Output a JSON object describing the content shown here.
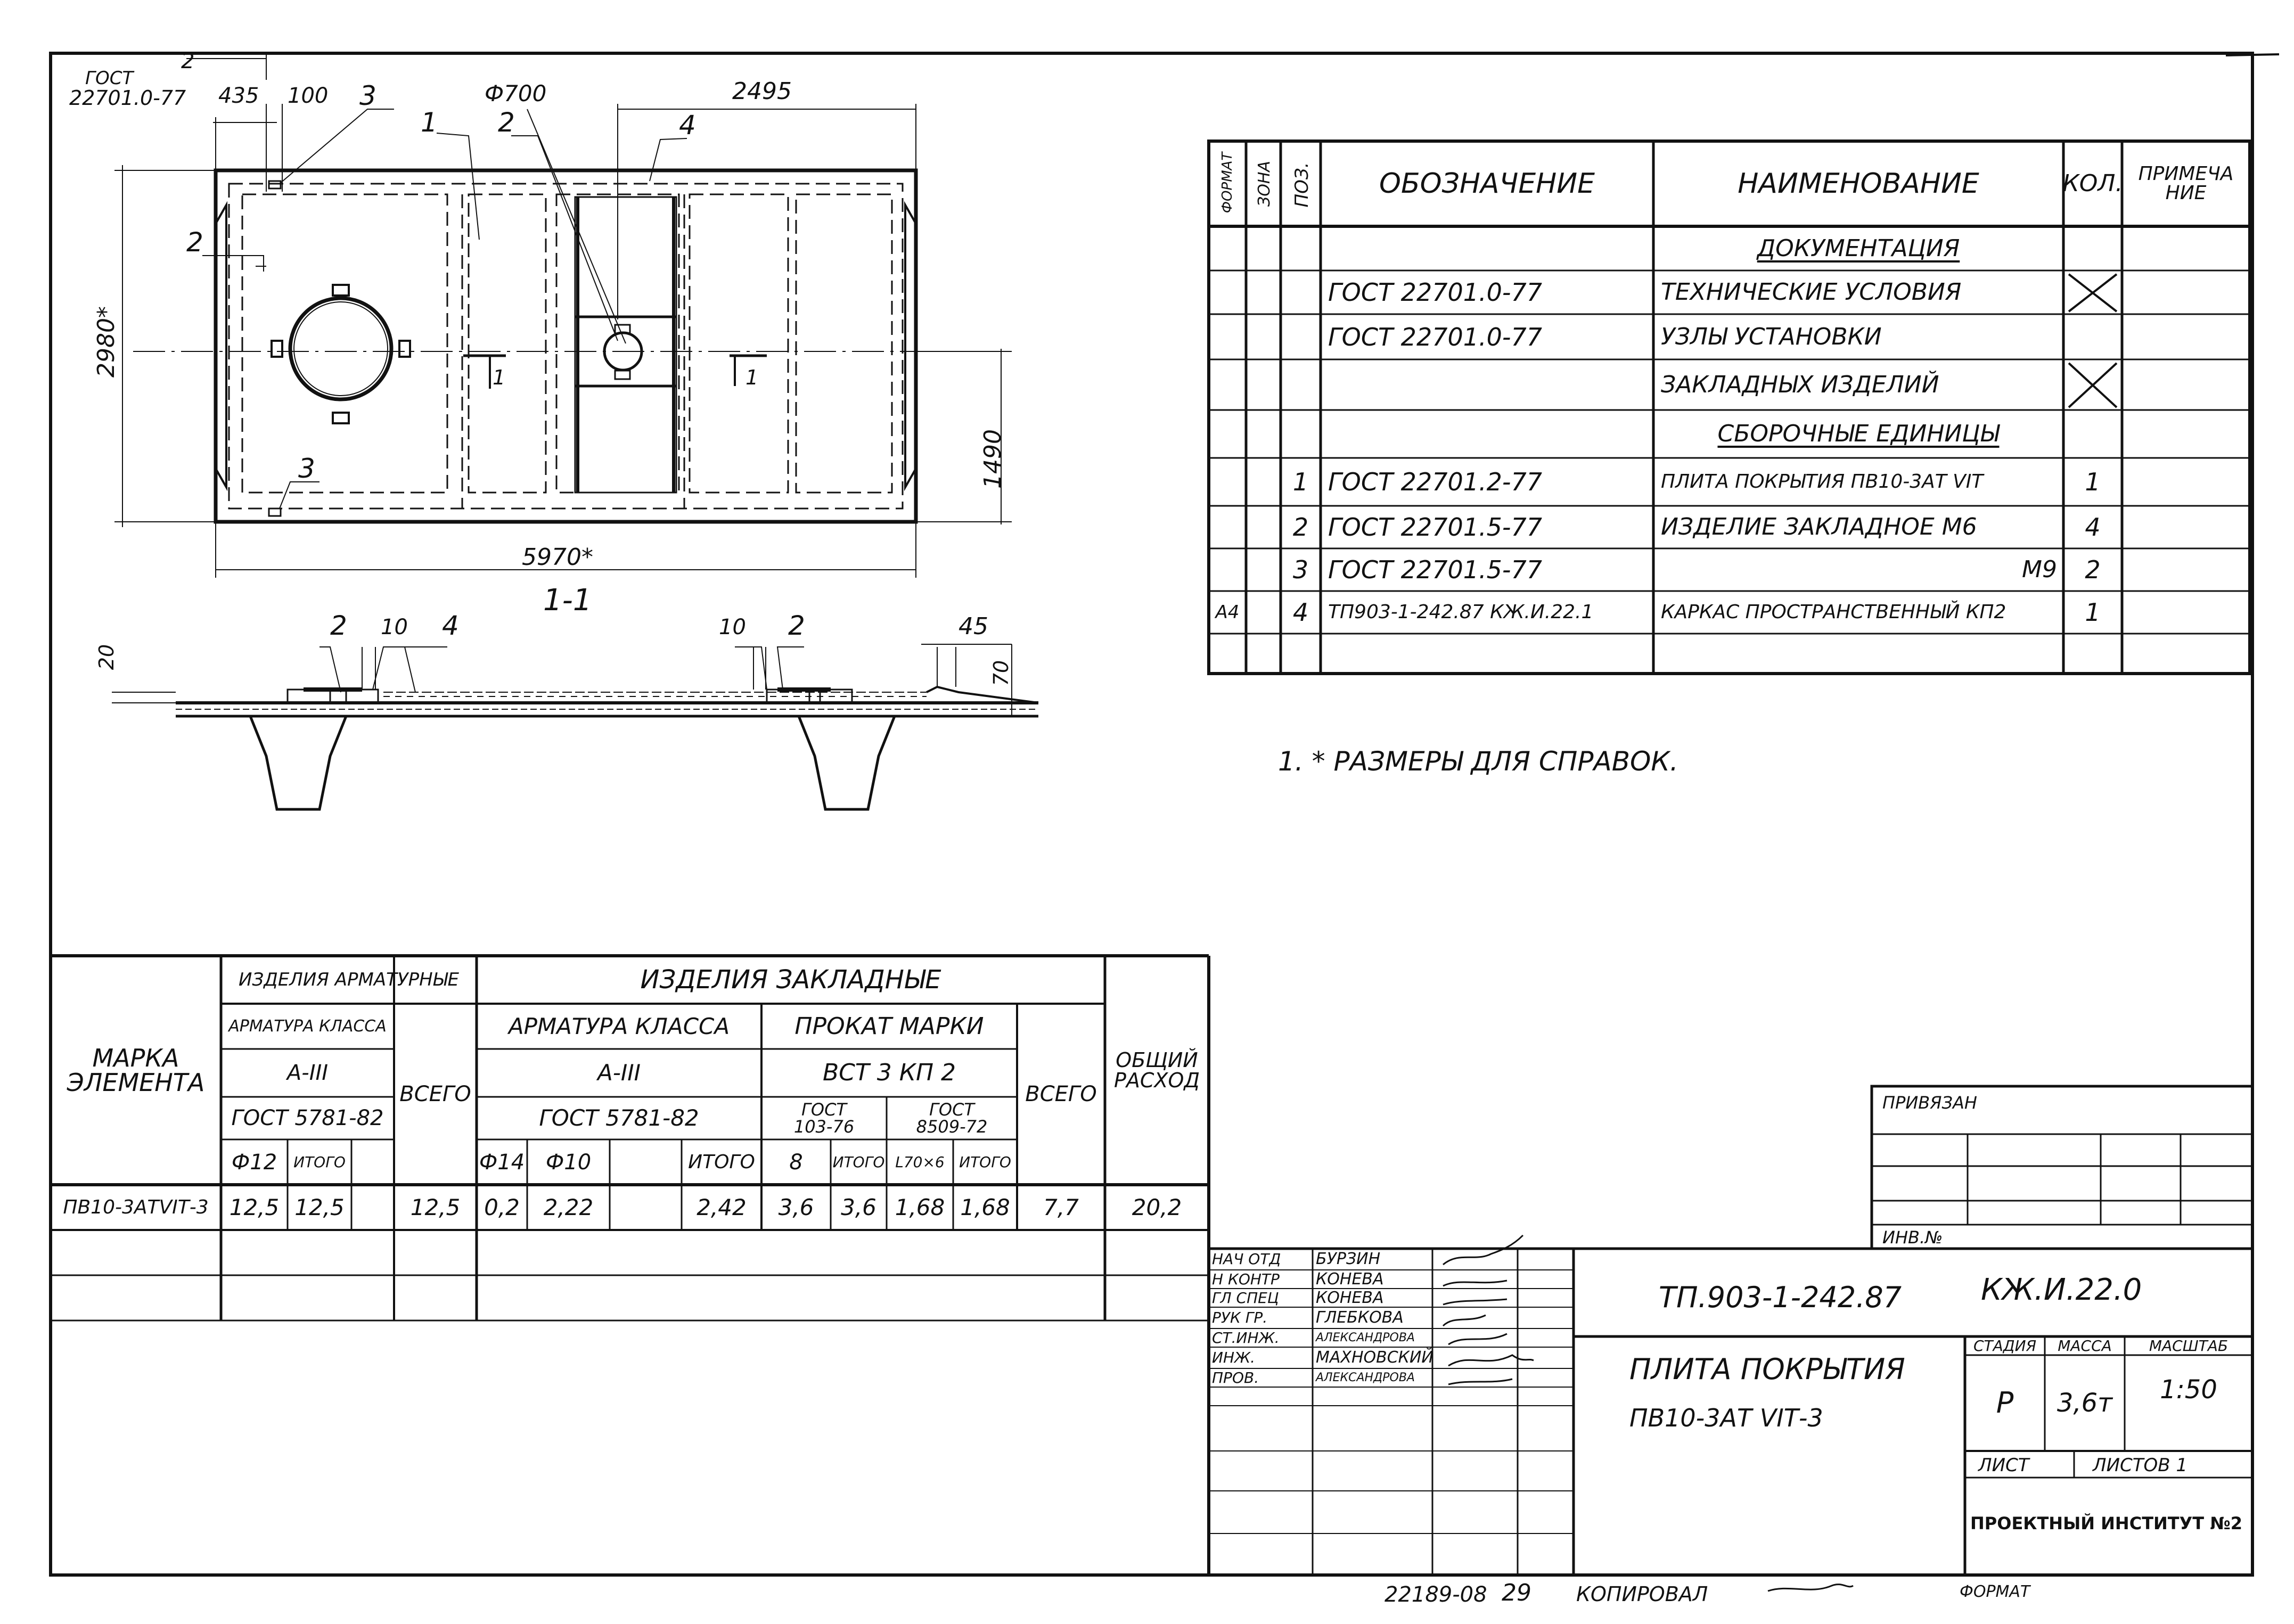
{
  "drawing": {
    "gost_ref": "ГОСТ",
    "gost_ref2": "22701.0-77",
    "dims": {
      "d2_top": "2",
      "d435": "435",
      "d100": "100",
      "d3_top": "3",
      "d1": "1",
      "phi700": "Ф700",
      "d2_mid": "2",
      "d2495": "2495",
      "d4": "4",
      "d2_left": "2",
      "d2980": "2980*",
      "d1490": "1490",
      "d3_bot": "3",
      "d5970": "5970*",
      "section": "1-1",
      "s2a": "2",
      "s10a": "10",
      "s4": "4",
      "s10b": "10",
      "s2b": "2",
      "s45": "45",
      "s70": "70",
      "s20": "20",
      "sec_arrow_a": "1",
      "sec_arrow_b": "1"
    }
  },
  "spec": {
    "headers": {
      "format": "ФОРМАТ",
      "zone": "ЗОНА",
      "pos": "ПОЗ.",
      "designation": "ОБОЗНАЧЕНИЕ",
      "name": "НАИМЕНОВАНИЕ",
      "qty": "КОЛ.",
      "note": "ПРИМЕЧА НИЕ"
    },
    "rows": [
      {
        "format": "",
        "pos": "",
        "designation": "",
        "name": "ДОКУМЕНТАЦИЯ",
        "qty": "",
        "underline": true
      },
      {
        "format": "",
        "pos": "",
        "designation": "ГОСТ 22701.0-77",
        "name": "ТЕХНИЧЕСКИЕ   УСЛОВИЯ",
        "qty": "",
        "cross": true
      },
      {
        "format": "",
        "pos": "",
        "designation": "ГОСТ 22701.0-77",
        "name": "УЗЛЫ   УСТАНОВКИ",
        "qty": ""
      },
      {
        "format": "",
        "pos": "",
        "designation": "",
        "name": "ЗАКЛАДНЫХ  ИЗДЕЛИЙ",
        "qty": "",
        "cross": true
      },
      {
        "format": "",
        "pos": "",
        "designation": "",
        "name": "СБОРОЧНЫЕ  ЕДИНИЦЫ",
        "qty": "",
        "underline": true
      },
      {
        "format": "",
        "pos": "1",
        "designation": "ГОСТ 22701.2-77",
        "name": "ПЛИТА ПОКРЫТИЯ ПВ10-3АТ VIТ",
        "qty": "1"
      },
      {
        "format": "",
        "pos": "2",
        "designation": "ГОСТ 22701.5-77",
        "name": "ИЗДЕЛИЕ ЗАКЛАДНОЕ  М6",
        "qty": "4"
      },
      {
        "format": "",
        "pos": "3",
        "designation": "ГОСТ 22701.5-77",
        "name": "М9",
        "qty": "2"
      },
      {
        "format": "А4",
        "pos": "4",
        "designation": "ТП903-1-242.87 КЖ.И.22.1",
        "name": "КАРКАС ПРОСТРАНСТВЕННЫЙ КП2",
        "qty": "1"
      },
      {
        "format": "",
        "pos": "",
        "designation": "",
        "name": "",
        "qty": ""
      }
    ]
  },
  "note": "1. * РАЗМЕРЫ   ДЛЯ   СПРАВОК.",
  "material": {
    "h_mark": "МАРКА ЭЛЕМЕНТА",
    "h_arm_products": "ИЗДЕЛИЯ АРМАТУРНЫЕ",
    "h_arm_class": "АРМАТУРА КЛАССА",
    "h_a3": "А-III",
    "h_gost5781": "ГОСТ 5781-82",
    "h_phi12": "Ф12",
    "h_itogo1": "ИТОГО",
    "h_vsego1": "ВСЕГО",
    "h_embed": "ИЗДЕЛИЯ   ЗАКЛАДНЫЕ",
    "h_arm_class2": "АРМАТУРА КЛАССА",
    "h_a3b": "А-III",
    "h_gost5781b": "ГОСТ 5781-82",
    "h_phi14": "Ф14",
    "h_phi10": "Ф10",
    "h_itogo2": "ИТОГО",
    "h_rolled": "ПРОКАТ МАРКИ",
    "h_vst": "ВСТ 3 КП 2",
    "h_gost103": "ГОСТ 103-76",
    "h_gost8509": "ГОСТ 8509-72",
    "h_8": "8",
    "h_itogo3": "ИТОГО",
    "h_l70": "L70×6",
    "h_itogo4": "ИТОГО",
    "h_vsego2": "ВСЕГО",
    "h_total": "ОБЩИЙ РАСХОД",
    "row": {
      "mark": "ПВ10-3АТVIТ-3",
      "phi12": "12,5",
      "itogo1": "12,5",
      "vsego1": "12,5",
      "phi14": "0,2",
      "phi10": "2,22",
      "itogo2": "2,42",
      "v8": "3,6",
      "itogo3": "3,6",
      "l70": "1,68",
      "itogo4": "1,68",
      "vsego2": "7,7",
      "total": "20,2"
    }
  },
  "stamp": {
    "privyazan": "ПРИВЯЗАН",
    "inv": "ИНВ.№",
    "code": "ТП.903-1-242.87",
    "code2": "КЖ.И.22.0",
    "title1": "ПЛИТА  ПОКРЫТИЯ",
    "title2": "ПВ10-3АТ VIТ-3",
    "stage_h": "СТАДИЯ",
    "mass_h": "МАССА",
    "scale_h": "МАСШТАБ",
    "stage": "Р",
    "mass": "3,6т",
    "scale": "1:50",
    "sheet": "ЛИСТ",
    "sheets": "ЛИСТОВ 1",
    "org": "ПРОЕКТНЫЙ ИНСТИТУТ №2",
    "people": [
      {
        "role": "НАЧ ОТД",
        "name": "БУРЗИН"
      },
      {
        "role": "Н КОНТР",
        "name": "КОНЕВА"
      },
      {
        "role": "ГЛ СПЕЦ",
        "name": "КОНЕВА"
      },
      {
        "role": "РУК ГР.",
        "name": "ГЛЕБКОВА"
      },
      {
        "role": "СТ.ИНЖ.",
        "name": "АЛЕКСАНДРОВА"
      },
      {
        "role": "ИНЖ.",
        "name": "МАХНОВСКИЙ"
      },
      {
        "role": "ПРОВ.",
        "name": "АЛЕКСАНДРОВА"
      }
    ]
  },
  "footer": {
    "num": "22189-08",
    "page": "29",
    "copied": "КОПИРОВАЛ",
    "format": "ФОРМАТ"
  }
}
